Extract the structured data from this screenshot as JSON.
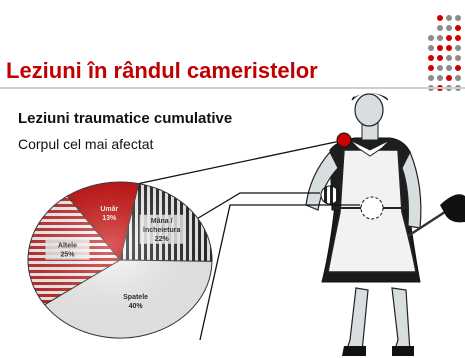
{
  "slide": {
    "title": "Leziuni în rândul cameristelor",
    "accent_color": "#c00000",
    "decoration": "red-grey-dot-grid"
  },
  "chart_data": {
    "type": "pie",
    "title": "Leziuni traumatice cumulative",
    "subtitle": "Corpul cel mai afectat",
    "slices": [
      {
        "label": "Umăr",
        "value": 13,
        "display": "13%",
        "fill": "#cc0000"
      },
      {
        "label": "Mâna / încheietura",
        "label_lines": [
          "Mâna /",
          "încheietura"
        ],
        "value": 22,
        "display": "22%",
        "fill": "vertical-stripes-black-white"
      },
      {
        "label": "Spatele",
        "value": 40,
        "display": "40%",
        "fill": "#ffffff"
      },
      {
        "label": "Altele",
        "value": 25,
        "display": "25%",
        "fill": "horizontal-stripes-red-white"
      }
    ],
    "legend": "none",
    "annotation_image": "housekeeper-figure-with-callouts"
  }
}
